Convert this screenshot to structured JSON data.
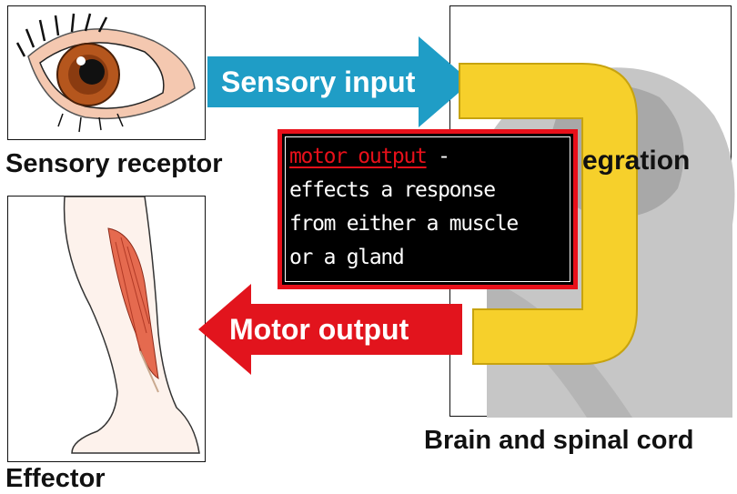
{
  "labels": {
    "sensory_receptor": "Sensory receptor",
    "effector": "Effector",
    "brain": "Brain and spinal cord",
    "integration_partial": "egration"
  },
  "arrows": {
    "sensory_input": "Sensory input",
    "motor_output": "Motor output"
  },
  "popup": {
    "term": "motor output",
    "dash": " -",
    "definition_lines": [
      "effects a response",
      "from either a muscle",
      "or a gland"
    ]
  },
  "colors": {
    "sensory_arrow": "#1f9dc6",
    "motor_arrow": "#e2141d",
    "integration": "#f6d02b",
    "popup_border": "#e8101a",
    "head_silhouette": "#c6c6c6"
  },
  "icons": [
    "eye-icon",
    "leg-icon",
    "head-icon"
  ]
}
